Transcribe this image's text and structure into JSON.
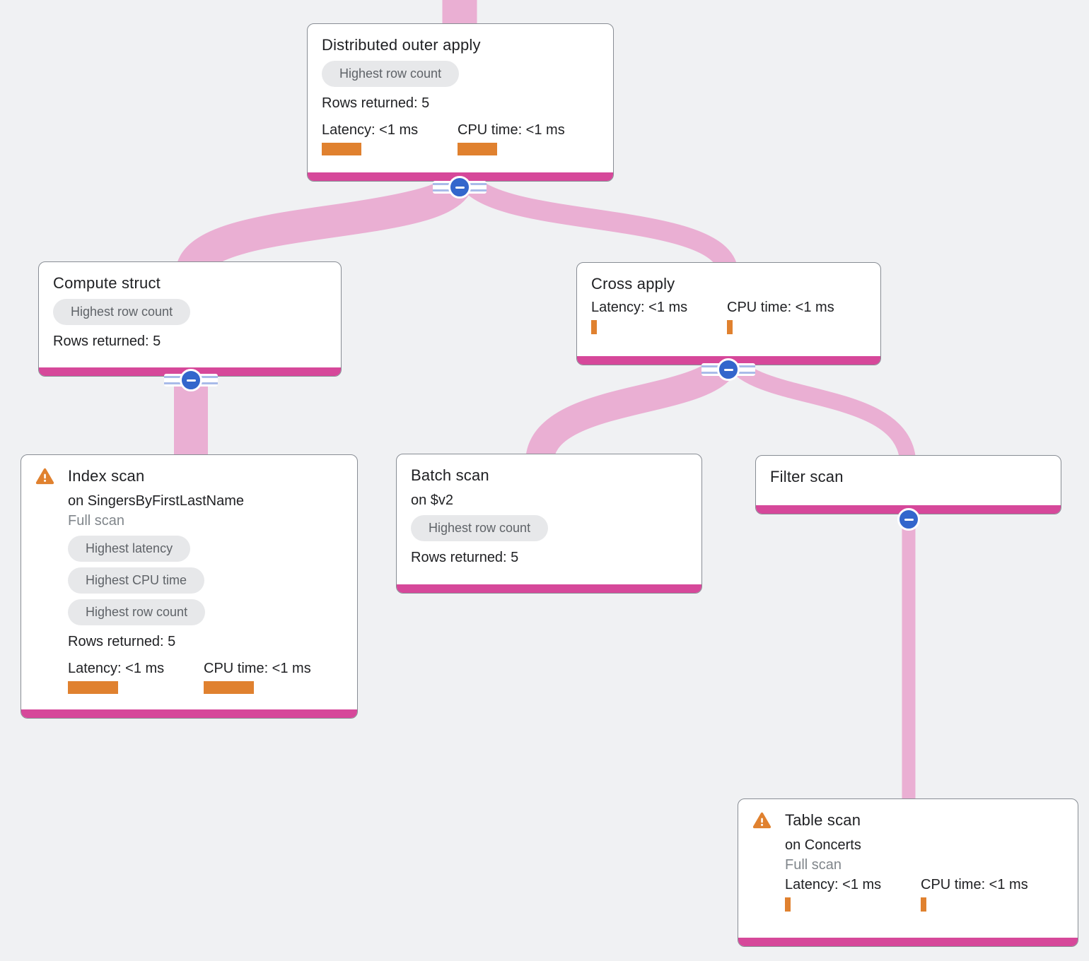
{
  "diagram": {
    "type": "query-execution-plan-tree",
    "edges": [
      {
        "from": "parent-offscreen",
        "to": "distributed_outer_apply"
      },
      {
        "from": "distributed_outer_apply",
        "to": "compute_struct"
      },
      {
        "from": "distributed_outer_apply",
        "to": "cross_apply"
      },
      {
        "from": "compute_struct",
        "to": "index_scan"
      },
      {
        "from": "cross_apply",
        "to": "batch_scan"
      },
      {
        "from": "cross_apply",
        "to": "filter_scan"
      },
      {
        "from": "filter_scan",
        "to": "table_scan"
      }
    ]
  },
  "colors": {
    "background": "#f0f1f3",
    "card_bg": "#ffffff",
    "card_border": "#888d94",
    "node_bottom_bar": "#d6489a",
    "link_ribbon": "#eaafd3",
    "metric_bar": "#e0812f",
    "warning_icon": "#e0812f",
    "badge_bg": "#e7e8ea",
    "badge_text": "#5f6368",
    "collapse_knob": "#3366cc",
    "collapse_rails": "#a9bbe9",
    "title_text": "#202124",
    "muted_text": "#80868b"
  },
  "nodes": {
    "distributed_outer_apply": {
      "title": "Distributed outer apply",
      "badges": [
        "Highest row count"
      ],
      "rows_returned": "Rows returned: 5",
      "latency": {
        "label": "Latency: <1 ms",
        "bar": {
          "w": 56,
          "h": 18
        }
      },
      "cpu": {
        "label": "CPU time: <1 ms",
        "bar": {
          "w": 56,
          "h": 18
        }
      },
      "has_warning": false,
      "collapsed": false
    },
    "compute_struct": {
      "title": "Compute struct",
      "badges": [
        "Highest row count"
      ],
      "rows_returned": "Rows returned: 5",
      "has_warning": false,
      "collapsed": false
    },
    "cross_apply": {
      "title": "Cross apply",
      "latency": {
        "label": "Latency: <1 ms",
        "bar": {
          "w": 8,
          "h": 20
        }
      },
      "cpu": {
        "label": "CPU time: <1 ms",
        "bar": {
          "w": 8,
          "h": 20
        }
      },
      "has_warning": false,
      "collapsed": false
    },
    "index_scan": {
      "title": "Index scan",
      "target": "on SingersByFirstLastName",
      "scan_type": "Full scan",
      "badges": [
        "Highest latency",
        "Highest CPU time",
        "Highest row count"
      ],
      "rows_returned": "Rows returned: 5",
      "latency": {
        "label": "Latency: <1 ms",
        "bar": {
          "w": 71,
          "h": 18
        }
      },
      "cpu": {
        "label": "CPU time: <1 ms",
        "bar": {
          "w": 71,
          "h": 18
        }
      },
      "has_warning": true
    },
    "batch_scan": {
      "title": "Batch scan",
      "target": "on $v2",
      "badges": [
        "Highest row count"
      ],
      "rows_returned": "Rows returned: 5",
      "has_warning": false
    },
    "filter_scan": {
      "title": "Filter scan",
      "has_warning": false,
      "collapsed": false
    },
    "table_scan": {
      "title": "Table scan",
      "target": "on Concerts",
      "scan_type": "Full scan",
      "latency": {
        "label": "Latency: <1 ms",
        "bar": {
          "w": 8,
          "h": 20
        }
      },
      "cpu": {
        "label": "CPU time: <1 ms",
        "bar": {
          "w": 8,
          "h": 20
        }
      },
      "has_warning": true
    }
  }
}
